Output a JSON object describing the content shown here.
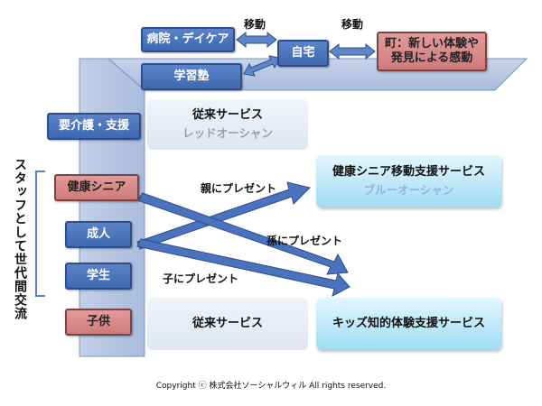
{
  "boxes": {
    "hospital": "病院・デイケア",
    "home": "自宅",
    "town_line1": "町：新しい体験や",
    "town_line2": "発見による感動",
    "school": "学習塾",
    "care": "要介護・支援",
    "healthy_senior": "健康シニア",
    "adult": "成人",
    "student": "学生",
    "child": "子供"
  },
  "arrows": {
    "move1": "移動",
    "move2": "移動"
  },
  "services": {
    "traditional_top_title": "従来サービス",
    "traditional_top_sub": "レッドオーシャン",
    "senior_service_title": "健康シニア移動支援サービス",
    "senior_service_sub": "ブルーオーシャン",
    "traditional_bottom_title": "従来サービス",
    "kids_service_title": "キッズ知的体験支援サービス"
  },
  "arrow_labels": {
    "to_parent": "親にプレゼント",
    "to_grandchild": "孫にプレゼント",
    "to_child": "子にプレゼント"
  },
  "side_label": "スタッフとして世代間交流",
  "copyright": "Copyright ⓒ  株式会社ソーシャルウィル All rights reserved."
}
